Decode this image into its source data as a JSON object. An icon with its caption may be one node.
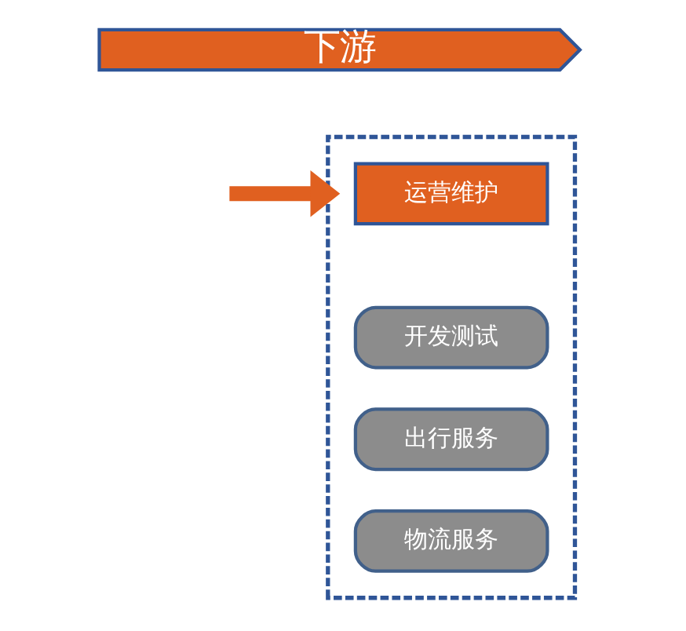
{
  "diagram": {
    "nodes": [
      {
        "text": [
          "下游"
        ]
      },
      {
        "text": [],
        "shape": "box"
      },
      {
        "text": [
          "运营维护"
        ],
        "in": 1
      },
      {
        "text": [
          "开发测试"
        ],
        "in": 1
      },
      {
        "text": [
          "出行服务"
        ],
        "in": 1
      },
      {
        "text": [
          "物流服务"
        ],
        "in": 1
      }
    ],
    "edges": [
      {
        "from": null,
        "to": 1,
        "arrow": "to",
        "color": "#e06020"
      }
    ]
  }
}
